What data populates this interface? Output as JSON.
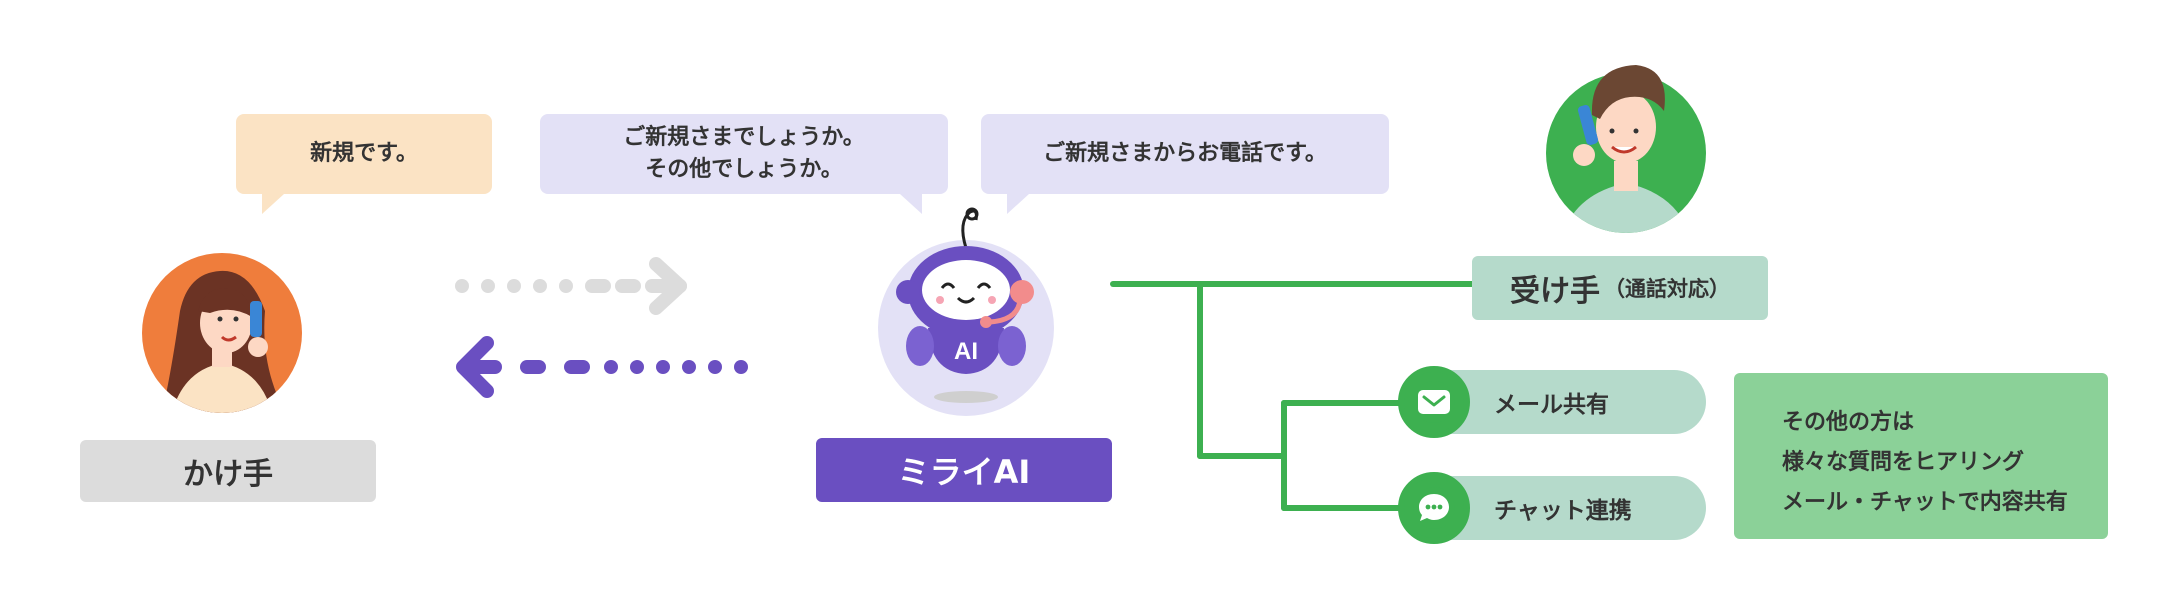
{
  "caller": {
    "bubble": "新規です。",
    "label": "かけ手"
  },
  "ai": {
    "bubble_question_line1": "ご新規さまでしょうか。",
    "bubble_question_line2": "その他でしょうか。",
    "bubble_report": "ご新規さまからお電話です。",
    "badge": "AI",
    "label": "ミライAI"
  },
  "receiver": {
    "label_main": "受け手",
    "label_sub": "（通話対応）"
  },
  "channels": [
    {
      "label": "メール共有",
      "icon": "mail-icon"
    },
    {
      "label": "チャット連携",
      "icon": "chat-bubble-icon"
    }
  ],
  "note": {
    "line1": "その他の方は",
    "line2": "様々な質問をヒアリング",
    "line3": "メール・チャットで内容共有"
  },
  "colors": {
    "caller_bubble": "#fbe3c4",
    "ai_bubble": "#e3e1f6",
    "ai_purple": "#6a4fc1",
    "green": "#3db050",
    "green_light": "#b5dacb",
    "note_green": "#8bd198",
    "gray_label": "#dcdcdc"
  }
}
